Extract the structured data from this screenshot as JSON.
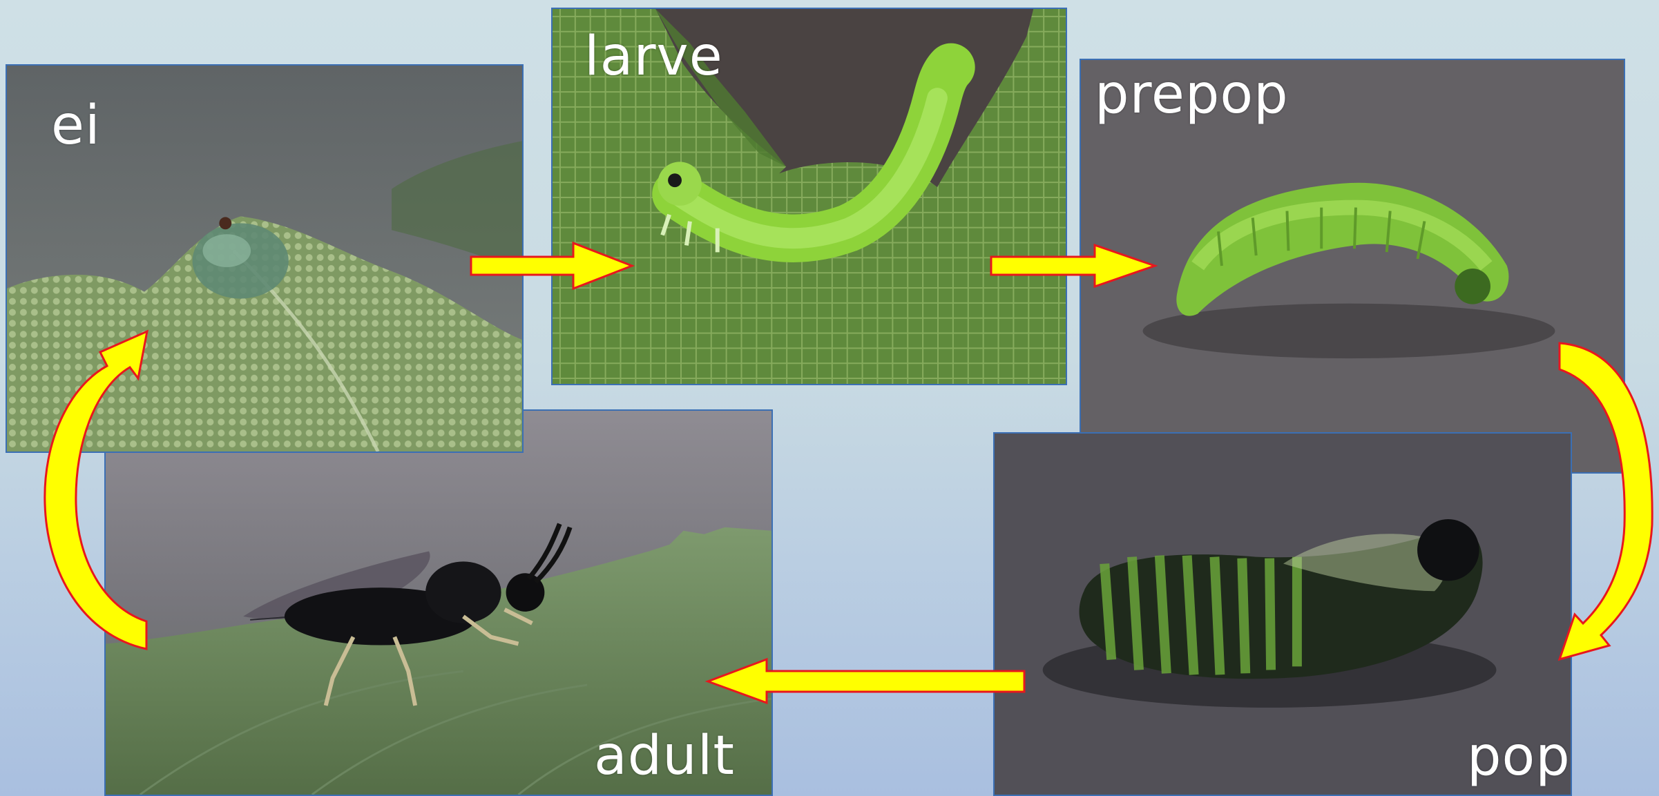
{
  "stages": {
    "egg": {
      "label": "ei"
    },
    "larva": {
      "label": "larve"
    },
    "prepupa": {
      "label": "prepop"
    },
    "pupa": {
      "label": "pop"
    },
    "adult": {
      "label": "adult"
    }
  },
  "colors": {
    "arrow_fill": "#ffff00",
    "arrow_stroke": "#e8171d",
    "photo_border": "#3b6fb4",
    "label_text": "#ffffff"
  },
  "icons": {
    "straight_arrows": "arrow-right-icon",
    "curved_arrows": "curved-arrow-icon"
  }
}
